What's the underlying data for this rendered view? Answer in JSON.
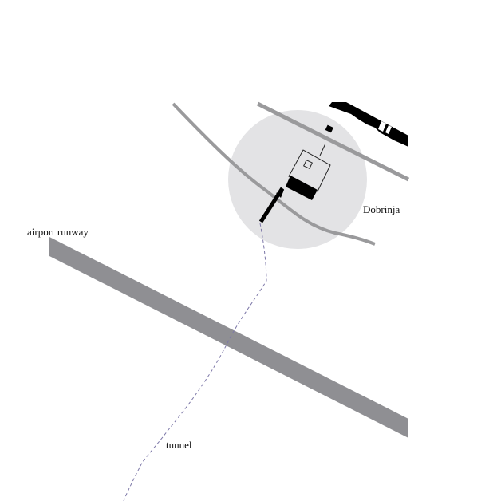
{
  "labels": {
    "district": "Dobrinja",
    "runway": "airport runway",
    "tunnel": "tunnel"
  },
  "colors": {
    "background": "#ffffff",
    "runway": "#8f8f93",
    "road": "#9a9a9c",
    "highlight_circle": "#e3e3e5",
    "buildings": "#000000",
    "tunnel_path": "#7d78a8"
  }
}
